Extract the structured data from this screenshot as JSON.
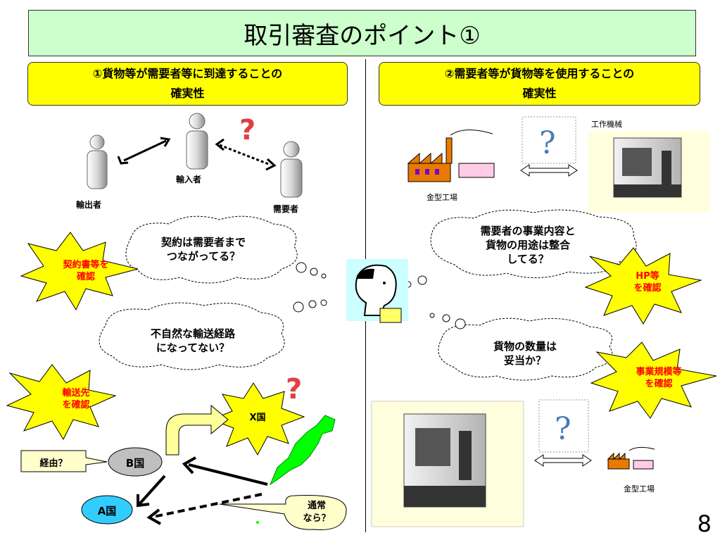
{
  "title": "取引審査のポイント①",
  "left_heading": {
    "line1": "①貨物等が需要者等に到達することの",
    "line2": "確実性"
  },
  "right_heading": {
    "line1": "②需要者等が貨物等を使用することの",
    "line2": "確実性"
  },
  "people": {
    "exporter": "輸出者",
    "importer": "輸入者",
    "end_user": "需要者"
  },
  "factory_label_top": "金型工場",
  "machine_label_top": "工作機械",
  "factory_label_bottom": "金型工場",
  "clouds": {
    "contract": [
      "契約は需要者まで",
      "つながってる？"
    ],
    "route": [
      "不自然な輸送経路",
      "になってない？"
    ],
    "business": [
      "需要者の事業内容と",
      "貨物の用途は整合",
      "してる？"
    ],
    "quantity": [
      "貨物の数量は",
      "妥当か？"
    ]
  },
  "stars": {
    "contract_docs": [
      "契約書等を",
      "確認"
    ],
    "destination": [
      "輸送先",
      "を確認"
    ],
    "hp": [
      "HP等",
      "を確認"
    ],
    "scale": [
      "事業規模等",
      "を確認"
    ]
  },
  "countries": {
    "x": "X国",
    "b": "B国",
    "a": "A国"
  },
  "callouts": {
    "via": "経由？",
    "usual": [
      "通常",
      "なら？"
    ]
  },
  "page_number": "8",
  "colors": {
    "title_bg": "#ccffcc",
    "heading_bg": "#ffff00",
    "star_fill": "#ffff00",
    "star_text": "#ff0000",
    "japan": "#00ff00",
    "a_country": "#33ccff",
    "b_country": "#bfbfbf",
    "callout_bg": "#ffffcc"
  }
}
